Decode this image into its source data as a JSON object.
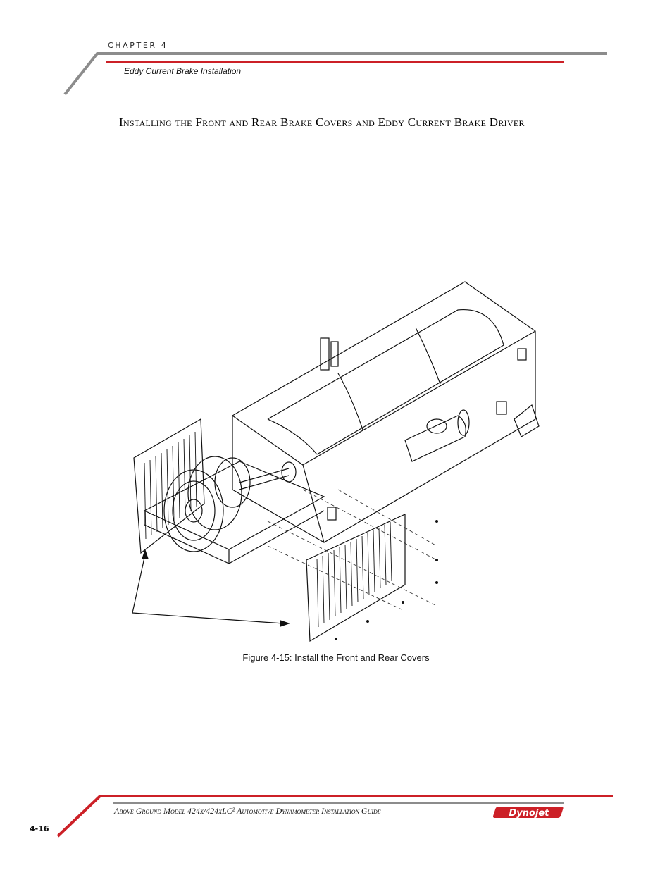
{
  "header": {
    "chapter_label": "CHAPTER 4",
    "section_name": "Eddy Current Brake Installation"
  },
  "page_heading": "Installing the Front and Rear Brake Covers and Eddy Current Brake Driver",
  "figure": {
    "caption": "Figure 4-15: Install the Front and Rear Covers"
  },
  "footer": {
    "guide_title": "Above Ground Model 424x/424xLC² Automotive Dynamometer Installation Guide",
    "page_number": "4-16",
    "logo_text": "Dynojet"
  },
  "colors": {
    "accent_red": "#cc2027",
    "rule_gray": "#8c8c8c"
  }
}
